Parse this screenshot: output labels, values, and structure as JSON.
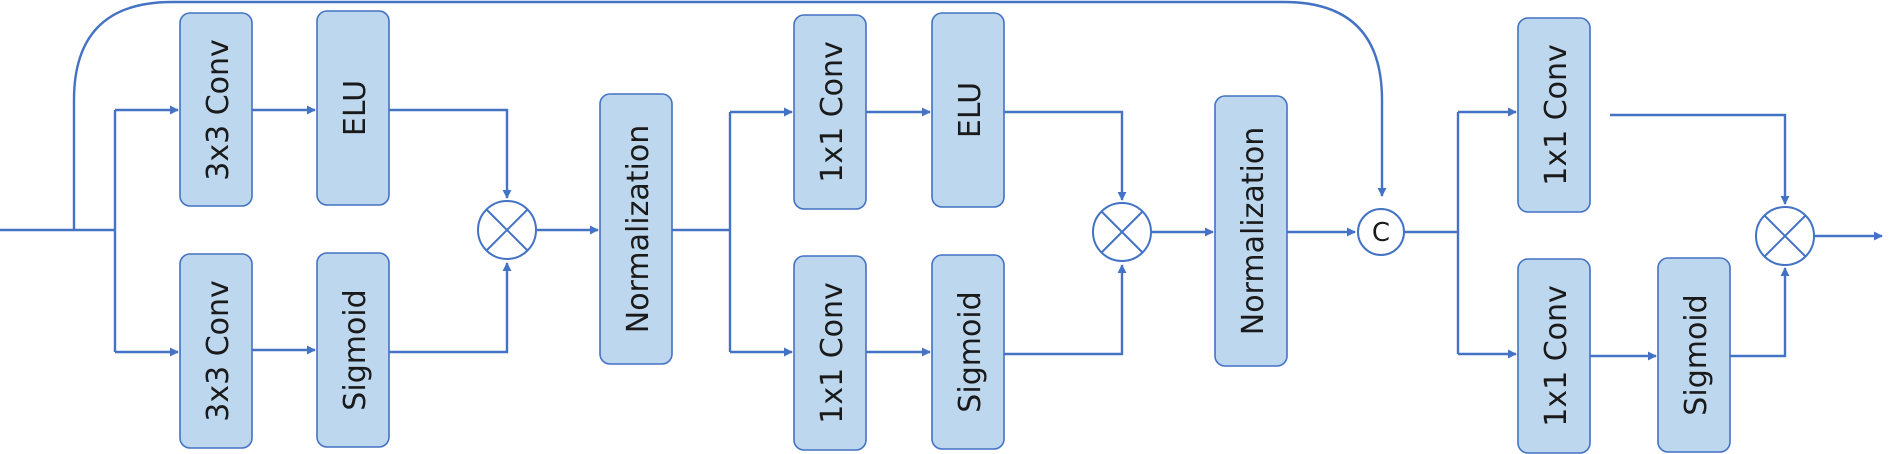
{
  "blocks": {
    "b1_top_conv": "3x3 Conv",
    "b1_top_act": "ELU",
    "b1_bot_conv": "3x3 Conv",
    "b1_bot_act": "Sigmoid",
    "norm1": "Normalization",
    "b2_top_conv": "1x1 Conv",
    "b2_top_act": "ELU",
    "b2_bot_conv": "1x1 Conv",
    "b2_bot_act": "Sigmoid",
    "norm2": "Normalization",
    "b3_top_conv": "1x1 Conv",
    "b3_bot_conv": "1x1 Conv",
    "b3_bot_act": "Sigmoid"
  },
  "operators": {
    "concat_label": "C",
    "multiply_symbol": "circled-x-multiply-icon"
  },
  "colors": {
    "block_fill": "#bdd7ee",
    "stroke": "#4472c4"
  }
}
